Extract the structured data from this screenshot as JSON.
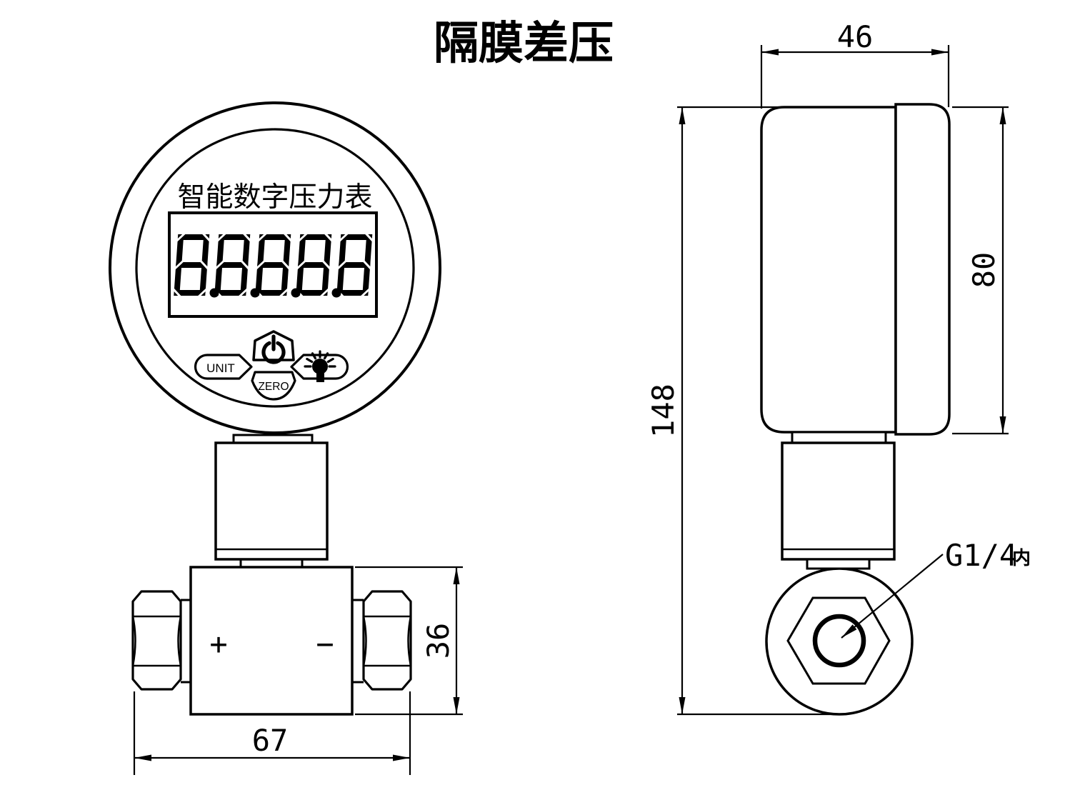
{
  "title": "隔膜差压",
  "front_view": {
    "dial_label": "智能数字压力表",
    "lcd": {
      "display_value": "8.8.8.8.8"
    },
    "buttons": {
      "unit_label": "UNIT",
      "zero_label": "ZERO"
    },
    "icons": {
      "power": "power-icon",
      "backlight": "bulb-icon"
    },
    "ports": {
      "plus_label": "+",
      "minus_label": "−"
    },
    "dimensions": {
      "block_height_mm": "36",
      "overall_width_mm": "67"
    }
  },
  "side_view": {
    "dimensions": {
      "case_width_mm": "46",
      "case_height_mm": "80",
      "overall_height_mm": "148"
    },
    "thread_callout": {
      "label": "G1/4",
      "suffix": "内"
    }
  },
  "colors": {
    "line": "#000000",
    "background": "#ffffff"
  }
}
